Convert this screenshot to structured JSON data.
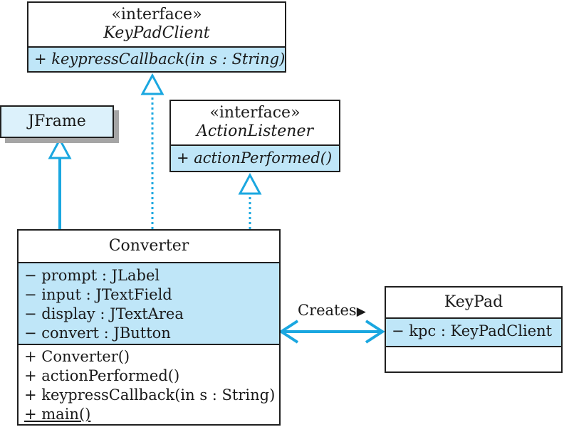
{
  "classes": {
    "keypadclient": {
      "stereotype": "«interface»",
      "name": "KeyPadClient",
      "operations": [
        "+ keypressCallback(in s : String)"
      ]
    },
    "jframe": {
      "name": "JFrame"
    },
    "actionlistener": {
      "stereotype": "«interface»",
      "name": "ActionListener",
      "operations": [
        "+ actionPerformed()"
      ]
    },
    "converter": {
      "name": "Converter",
      "attributes": [
        "− prompt : JLabel",
        "− input : JTextField",
        "− display : JTextArea",
        "− convert : JButton"
      ],
      "operations": [
        "+ Converter()",
        "+ actionPerformed()",
        "+ keypressCallback(in s : String)",
        "+ main()"
      ]
    },
    "keypad": {
      "name": "KeyPad",
      "attributes": [
        "− kpc : KeyPadClient"
      ]
    }
  },
  "association": {
    "label": "Creates",
    "arrow": "▶"
  },
  "colors": {
    "line": "#1aa7e0",
    "fill": "#bfe6f8",
    "border": "#1f1f1f"
  }
}
